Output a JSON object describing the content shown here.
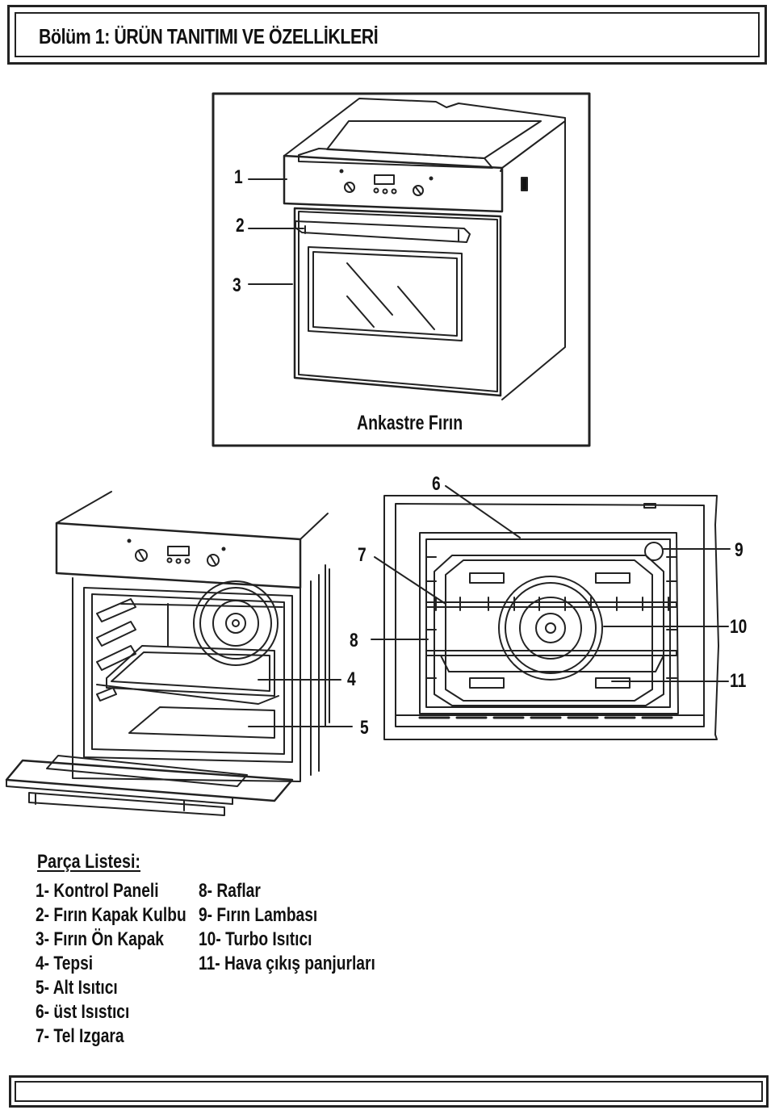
{
  "header": {
    "title": "Bölüm 1: ÜRÜN TANITIMI VE ÖZELLİKLERİ"
  },
  "figure_top": {
    "caption": "Ankastre Fırın",
    "callouts": [
      "1",
      "2",
      "3"
    ]
  },
  "figure_bottom": {
    "callouts": {
      "c4": "4",
      "c5": "5",
      "c6": "6",
      "c7": "7",
      "c8": "8",
      "c9": "9",
      "c10": "10",
      "c11": "11"
    }
  },
  "parts_list": {
    "title": "Parça Listesi:",
    "col1": [
      "1- Kontrol Paneli",
      "2- Fırın Kapak Kulbu",
      "3- Fırın Ön Kapak",
      "4- Tepsi",
      "5- Alt Isıtıcı",
      "6- üst Isıstıcı",
      "7- Tel Izgara"
    ],
    "col2": [
      "8- Raflar",
      "9- Fırın Lambası",
      "10- Turbo Isıtıcı",
      "11- Hava çıkış panjurları"
    ]
  }
}
